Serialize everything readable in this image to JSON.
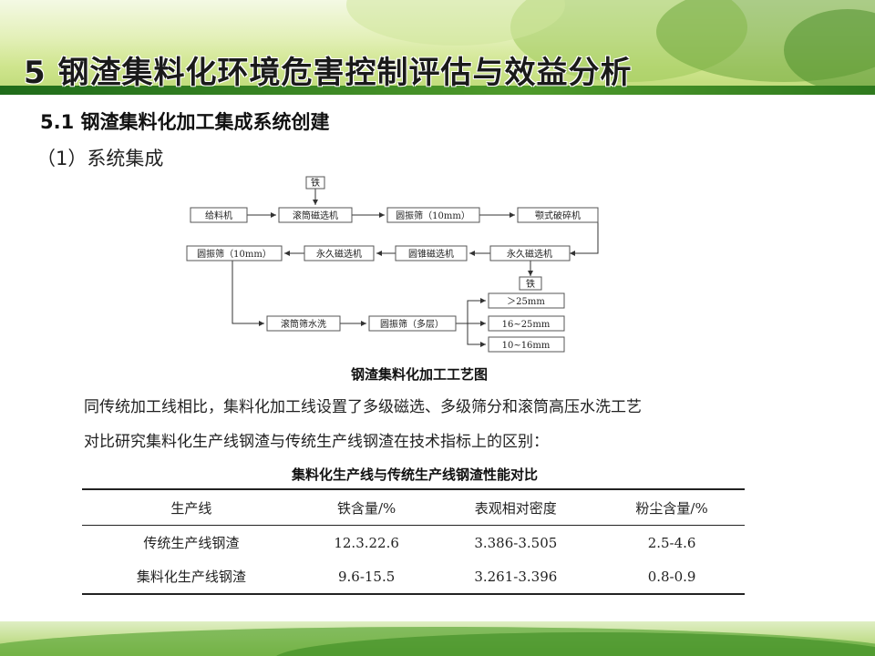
{
  "slide": {
    "title": "5 钢渣集料化环境危害控制评估与效益分析",
    "subtitle": "5.1  钢渣集料化加工集成系统创建",
    "item": "（1）系统集成"
  },
  "flowchart": {
    "caption": "钢渣集料化加工工艺图",
    "nodes": {
      "iron_top": "铁",
      "feeder": "给料机",
      "drum_mag": "滚筒磁选机",
      "round_screen_1": "圆振筛（10mm）",
      "jaw_crusher": "颚式破碎机",
      "perm_mag_1": "永久磁选机",
      "cone_mag": "圆锥磁选机",
      "perm_mag_2": "永久磁选机",
      "round_screen_2": "圆振筛（10mm）",
      "iron_bottom": "铁",
      "drum_wash": "滚筒筛水洗",
      "round_screen_multi": "圆振筛（多层）",
      "out_1": "＞25mm",
      "out_2": "16~25mm",
      "out_3": "10~16mm"
    }
  },
  "body": {
    "line1": "同传统加工线相比，集料化加工线设置了多级磁选、多级筛分和滚筒高压水洗工艺",
    "line2": "对比研究集料化生产线钢渣与传统生产线钢渣在技术指标上的区别："
  },
  "table": {
    "caption": "集料化生产线与传统生产线钢渣性能对比",
    "headers": [
      "生产线",
      "铁含量/%",
      "表观相对密度",
      "粉尘含量/%"
    ],
    "rows": [
      [
        "传统生产线钢渣",
        "12.3.22.6",
        "3.386-3.505",
        "2.5-4.6"
      ],
      [
        "集料化生产线钢渣",
        "9.6-15.5",
        "3.261-3.396",
        "0.8-0.9"
      ]
    ]
  }
}
